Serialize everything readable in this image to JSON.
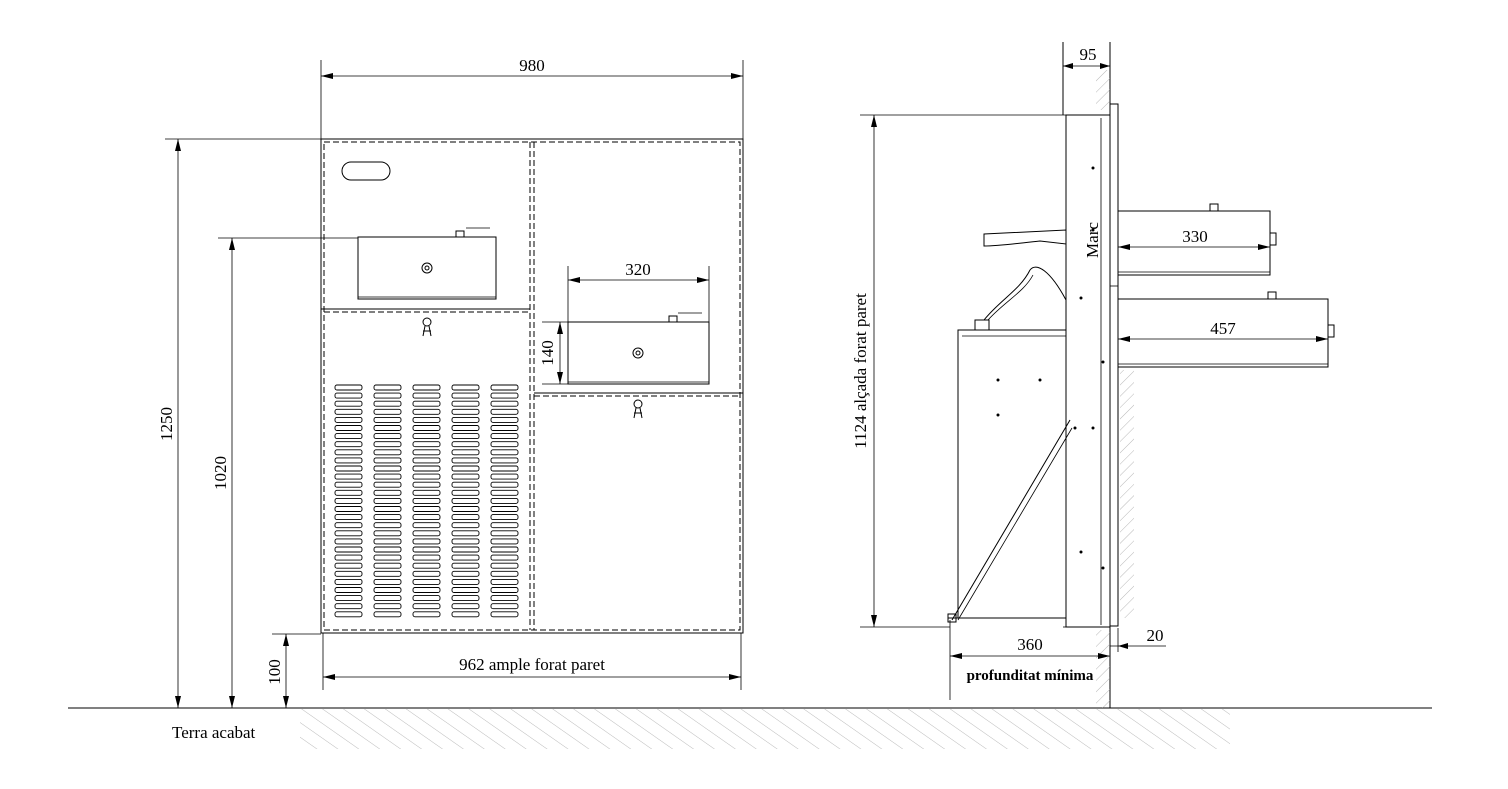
{
  "labels": {
    "floor": "Terra acabat",
    "frame": "Marc",
    "wall_height": "1124 alçada forat paret",
    "wall_width": "962 ample forat paret",
    "min_depth": "profunditat mínima"
  },
  "dimensions": {
    "total_width": "980",
    "total_height": "1250",
    "tap_height": "1020",
    "base_height": "100",
    "basin_width": "320",
    "basin_height": "140",
    "wall_depth": "95",
    "upper_basin_depth": "330",
    "lower_basin_depth": "457",
    "unit_depth": "360",
    "gap": "20"
  }
}
